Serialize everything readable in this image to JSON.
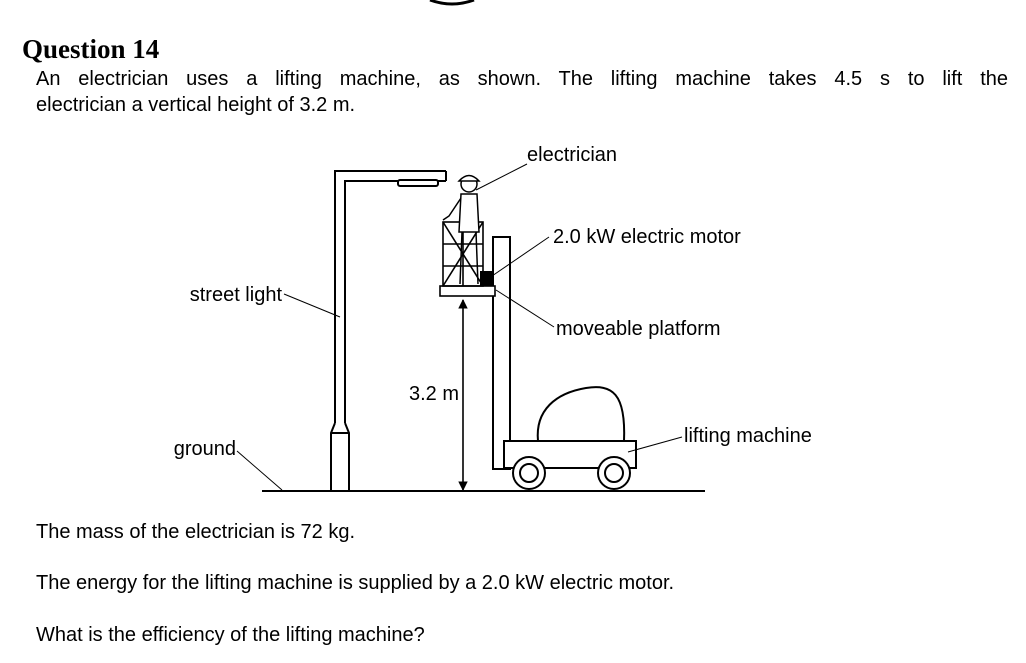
{
  "question": {
    "title": "Question 14",
    "intro_line1": "An electrician uses a lifting machine, as shown. The lifting machine takes 4.5 s to lift the",
    "intro_line2": "electrician a vertical height of 3.2 m."
  },
  "diagram": {
    "labels": {
      "electrician": "electrician",
      "motor": "2.0 kW electric motor",
      "street_light": "street light",
      "platform": "moveable platform",
      "height": "3.2 m",
      "ground": "ground",
      "machine": "lifting machine"
    }
  },
  "paragraphs": {
    "mass": "The mass of the electrician is 72 kg.",
    "energy": "The energy for the lifting machine is supplied by a 2.0 kW electric motor.",
    "question": "What is the efficiency of the lifting machine?"
  }
}
